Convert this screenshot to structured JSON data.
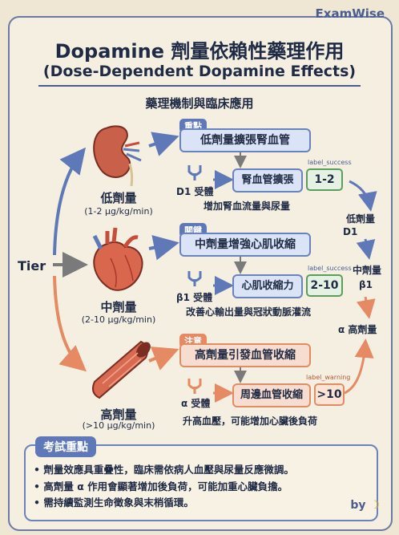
{
  "brand": "ExamWise",
  "title": "Dopamine 劑量依賴性藥理作用",
  "subtitle": "(Dose-Dependent Dopamine Effects)",
  "section_title": "藥理機制與臨床應用",
  "tier_label": "Tier",
  "colors": {
    "blue": "#5e78b8",
    "orange": "#e58a62",
    "green": "#5e9c5c",
    "navy": "#1f2a44"
  },
  "low": {
    "level": "低劑量",
    "dose": "(1-2 μg/kg/min)",
    "tag": "重點",
    "headline": "低劑量擴張腎血管",
    "receptor": "D1 受體",
    "effect": "腎血管擴張",
    "value_label": "label_success",
    "value": "1-2",
    "outcome": "增加腎血流量與尿量"
  },
  "mid": {
    "level": "中劑量",
    "dose": "(2-10 μg/kg/min)",
    "tag": "關鍵",
    "headline": "中劑量增強心肌收縮",
    "receptor": "β1 受體",
    "effect": "心肌收縮力",
    "value_label": "label_success",
    "value": "2-10",
    "outcome": "改善心輸出量與冠狀動脈灌流"
  },
  "high": {
    "level": "高劑量",
    "dose": "(>10 μg/kg/min)",
    "tag": "注意",
    "headline": "高劑量引發血管收縮",
    "receptor": "α 受體",
    "effect": "周邊血管收縮",
    "value_label": "label_warning",
    "value": ">10",
    "outcome": "升高血壓，可能增加心臟後負荷"
  },
  "side": {
    "low_line1": "低劑量",
    "low_line2": "D1",
    "mid_line1": "中劑量",
    "mid_line2": "β1",
    "high": "α 高劑量"
  },
  "exam": {
    "heading": "考試重點",
    "bullets": [
      "• 劑量效應具重疊性，臨床需依病人血壓與尿量反應微調。",
      "• 高劑量 α 作用會顯著增加後負荷，可能加重心臟負擔。",
      "• 需持續監測生命徵象與末梢循環。"
    ]
  },
  "signature": "by"
}
